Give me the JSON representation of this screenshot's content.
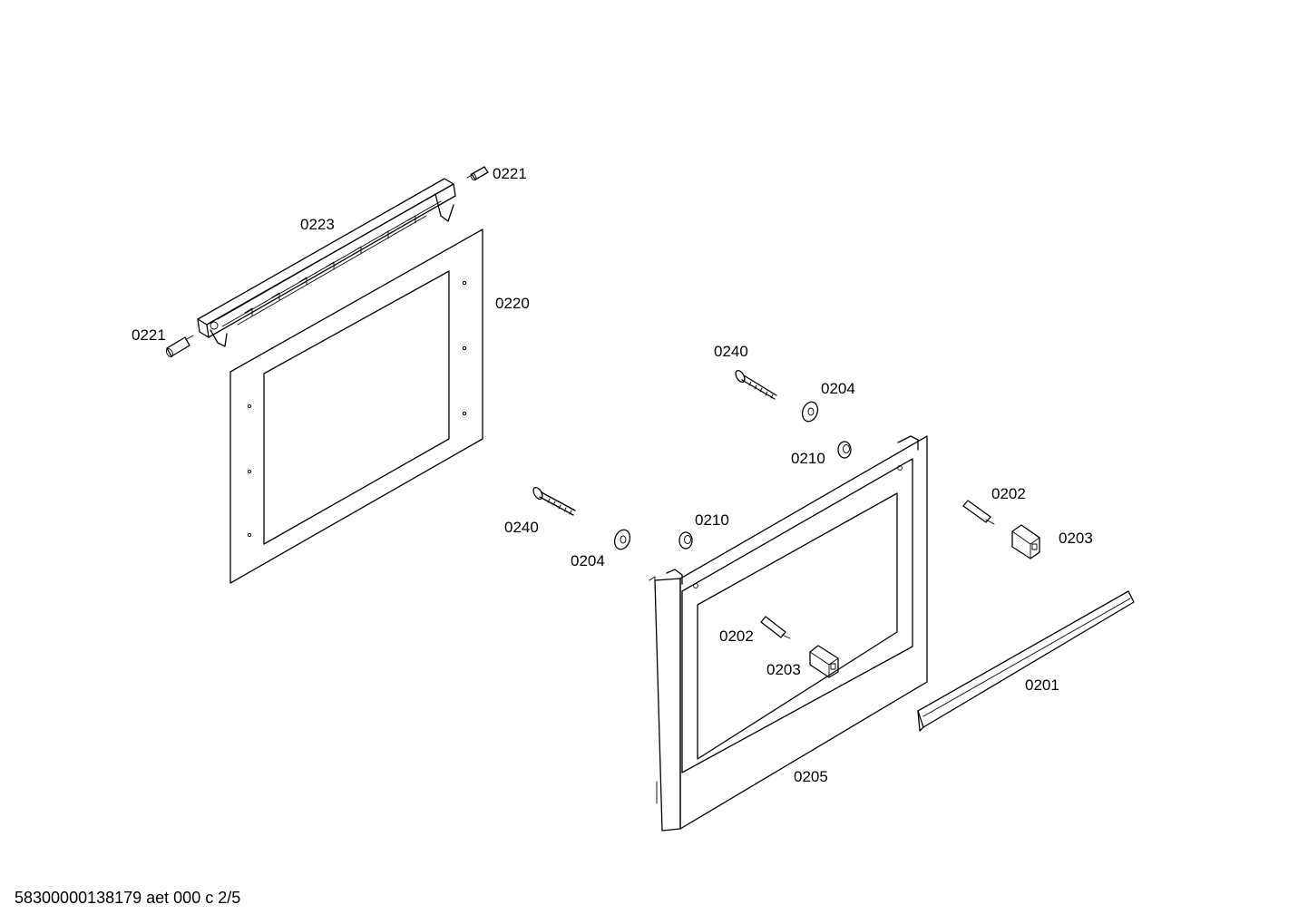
{
  "labels": {
    "p0221_top": "0221",
    "p0223": "0223",
    "p0220": "0220",
    "p0221_left": "0221",
    "p0240_top": "0240",
    "p0204_top": "0204",
    "p0210_top": "0210",
    "p0202_right": "0202",
    "p0203_right": "0203",
    "p0240_left": "0240",
    "p0210_mid": "0210",
    "p0204_left": "0204",
    "p0202_inner": "0202",
    "p0203_inner": "0203",
    "p0201": "0201",
    "p0205": "0205"
  },
  "footer": "58300000138179 aet 000 c 2/5"
}
